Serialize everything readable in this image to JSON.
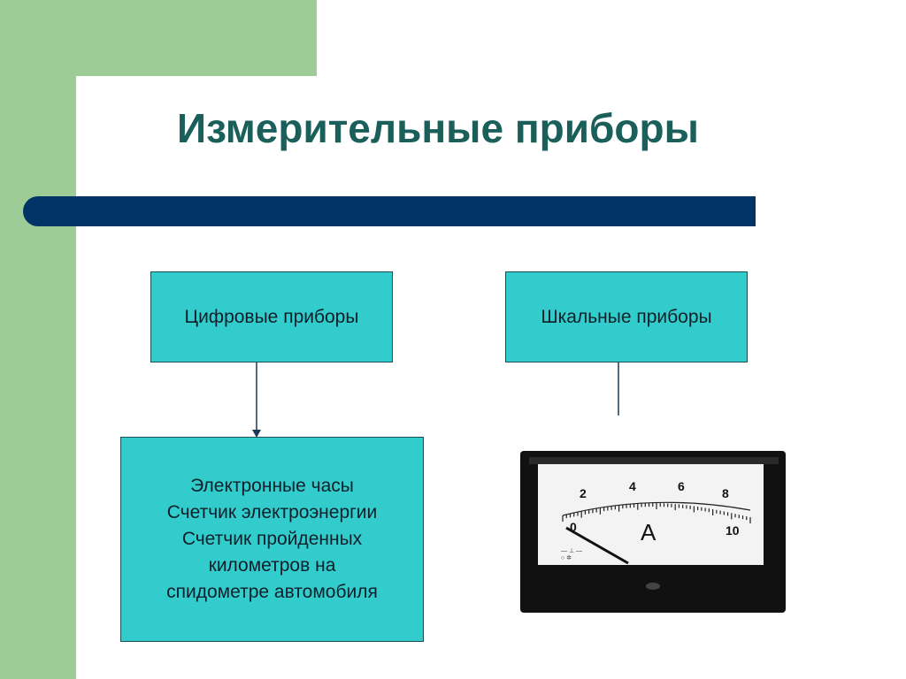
{
  "title": "Измерительные приборы",
  "diagram": {
    "digital_box": {
      "label": "Цифровые приборы"
    },
    "scale_box": {
      "label": "Шкальные приборы"
    },
    "examples_box": {
      "lines": [
        "Электронные часы",
        "Счетчик электроэнергии",
        "Счетчик пройденных",
        "километров на",
        "спидометре автомобиля"
      ]
    }
  },
  "ammeter": {
    "unit": "A",
    "scale_labels": [
      "0",
      "2",
      "4",
      "6",
      "8",
      "10"
    ]
  },
  "colors": {
    "green": "#9dcc96",
    "navy": "#003366",
    "teal_box": "#33cccc",
    "title": "#1a5f5a"
  }
}
